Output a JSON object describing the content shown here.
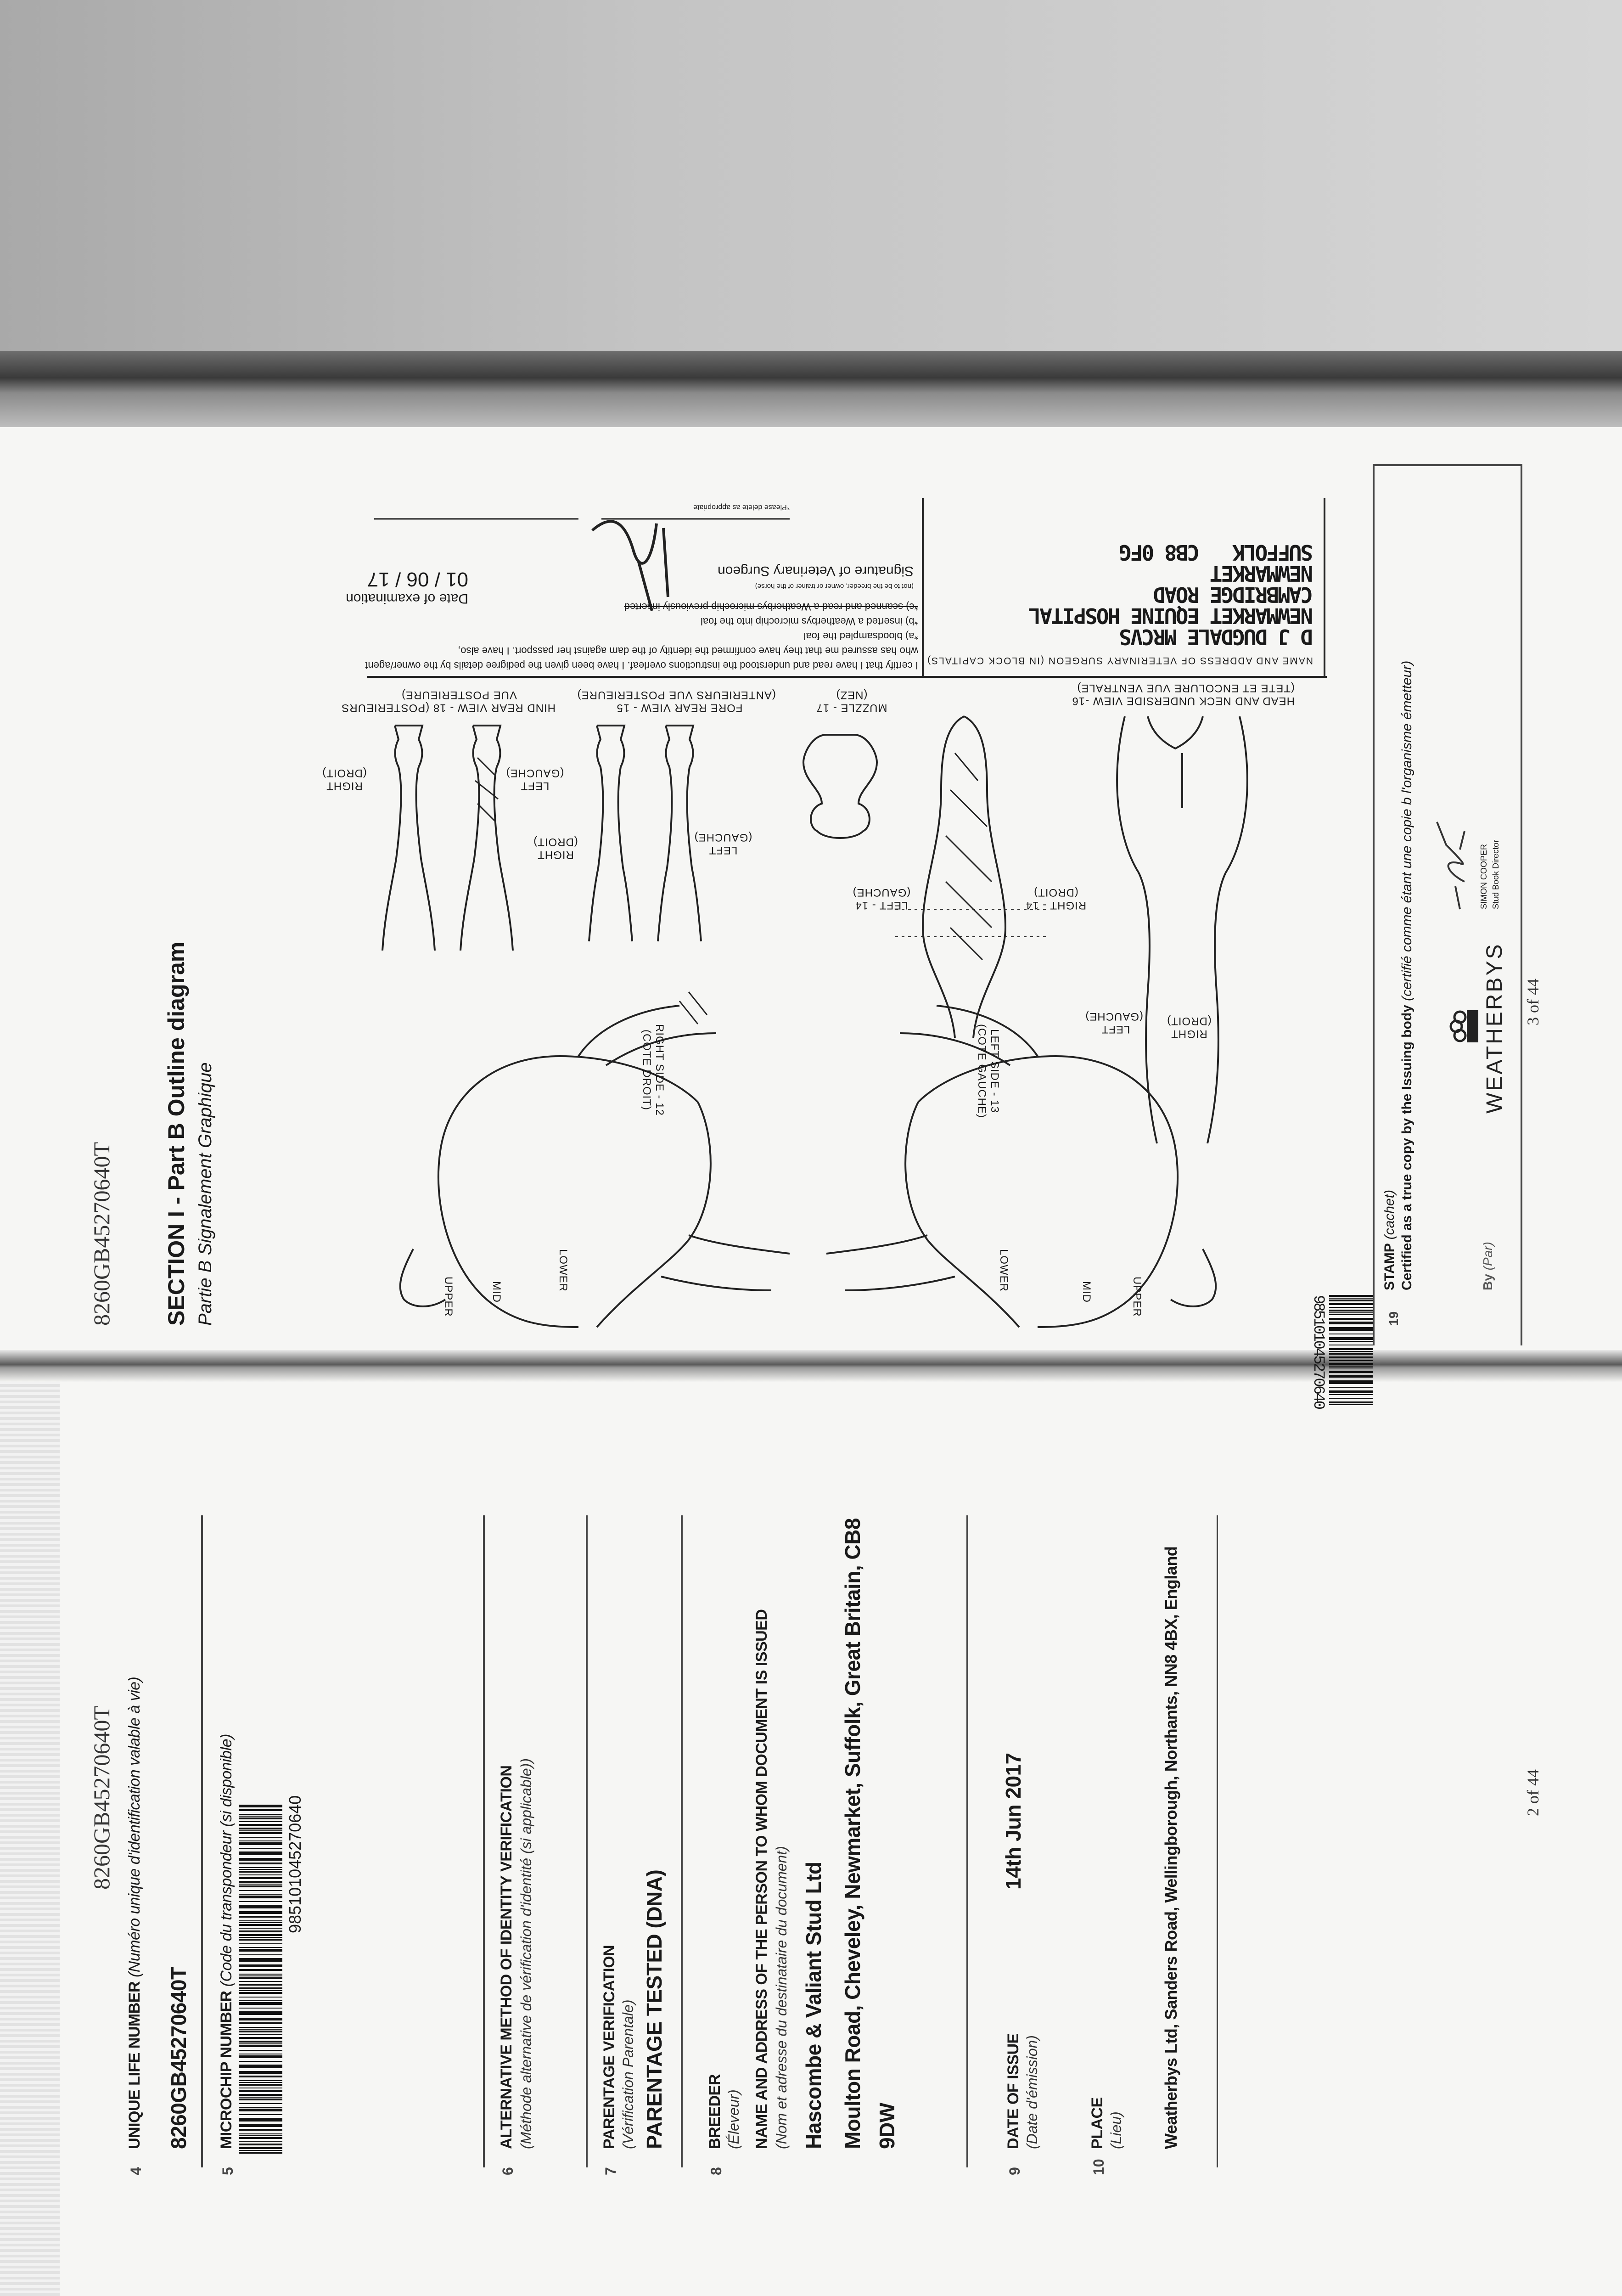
{
  "page2": {
    "header_id": "8260GB45270640T",
    "items": {
      "i4": {
        "number": "4",
        "label": "UNIQUE LIFE NUMBER",
        "label_fr": "(Numéro unique d'identification valable à vie)",
        "value": "8260GB45270640T"
      },
      "i5": {
        "number": "5",
        "label": "MICROCHIP NUMBER",
        "label_fr": "(Code du transpondeur (si disponible)",
        "value": "985101045270640"
      },
      "i6": {
        "number": "6",
        "label": "ALTERNATIVE METHOD OF IDENTITY VERIFICATION",
        "label_fr": "(Méthode alternative de vérification d'identité (si applicable))"
      },
      "i7": {
        "number": "7",
        "label": "PARENTAGE VERIFICATION",
        "label_fr": "(Vérification Parentale)",
        "value": "PARENTAGE TESTED (DNA)"
      },
      "i8": {
        "number": "8",
        "label": "BREEDER",
        "label_fr": "(Éleveur)",
        "sub_label": "NAME AND ADDRESS OF THE PERSON TO WHOM DOCUMENT IS ISSUED",
        "sub_label_fr": "(Nom et adresse du destinataire du document)",
        "name": "Hascombe & Valiant Stud Ltd",
        "address_line1": "Moulton Road, Cheveley, Newmarket, Suffolk, Great Britain, CB8",
        "address_line2": "9DW"
      },
      "i9": {
        "number": "9",
        "label": "DATE OF ISSUE",
        "label_fr": "(Date d'émission)",
        "value": "14th Jun 2017"
      },
      "i10": {
        "number": "10",
        "label": "PLACE",
        "label_fr": "(Lieu)",
        "value": "Weatherbys Ltd, Sanders Road, Wellingborough, Northants, NN8 4BX, England"
      }
    },
    "page_number": "2 of 44"
  },
  "page3": {
    "header_id": "8260GB45270640T",
    "section_title": "SECTION I - Part B Outline diagram",
    "section_subtitle": "Partie B Signalement Graphique",
    "barcode_number": "985101045270640",
    "diagram": {
      "hind_rear": [
        "HIND REAR VIEW - 18 (POSTERIEURS",
        "VUE POSTERIEURE)"
      ],
      "fore_rear": [
        "FORE REAR VIEW - 15",
        "(ANTERIEURS VUE POSTERIEURE)"
      ],
      "muzzle": [
        "MUZZLE - 17",
        "(NEZ)"
      ],
      "head_neck": [
        "HEAD AND NECK UNDERSIDE VIEW -16",
        "(TETE ET ENCOLURE VUE VENTRALE)"
      ],
      "left": [
        "LEFT",
        "(GAUCHE)"
      ],
      "right": [
        "RIGHT",
        "(DROIT)"
      ],
      "left14": [
        "LEFT - 14",
        "(GAUCHE)"
      ],
      "right14": [
        "RIGHT - 14",
        "(DROIT)"
      ],
      "right_side": [
        "RIGHT SIDE - 12",
        "(COTE DROIT)"
      ],
      "left_side": [
        "LEFT SIDE - 13",
        "(COTE GAUCHE)"
      ],
      "upper": "UPPER",
      "mid": "MID",
      "lower": "LOWER"
    },
    "vet": {
      "date_label": "Date of examination",
      "date_value": "01 / 06 / 17",
      "delete_note": "*Please delete as appropriate",
      "signature_label": "Signature of Veterinary Surgeon",
      "signature_note": "(not to be the breeder, owner or trainer of the horse)",
      "cert_lines": [
        "I certify that I have read and understood the instructions overleaf. I have been given the pedigree details by the owner/agent",
        "who has assured me that they have confirmed the identity of the dam against her passport. I have also,",
        "*a) bloodsampled the foal",
        "*b) inserted a Weatherbys microchip into the foal",
        "*c) scanned and read a Weatherbys microchip previously inserted"
      ],
      "name_label": "NAME AND ADDRESS OF VETERINARY SURGEON (IN BLOCK CAPITALS)",
      "name_lines": [
        "D J DUGDALE MRCVS",
        "NEWMARKET EQUINE HOSPITAL",
        "CAMBRIDGE ROAD",
        "NEWMARKET",
        "SUFFOLK   CB8 0FG"
      ]
    },
    "stamp": {
      "number": "19",
      "label": "STAMP",
      "label_fr": "(cachet)",
      "certified": "Certified as a true copy by the Issuing body",
      "certified_fr": "(certifié comme étant une copie b l'organisme émetteur)",
      "by_label": "By",
      "by_label_fr": "(Par)",
      "brand": "WEATHERBYS",
      "signatory_name": "SIMON COOPER",
      "signatory_title": "Stud Book Director"
    },
    "page_number": "3 of 44"
  },
  "colors": {
    "paper": "#f6f6f4",
    "ink": "#1a1a1a",
    "scan_gray": "#bdbdbd"
  }
}
